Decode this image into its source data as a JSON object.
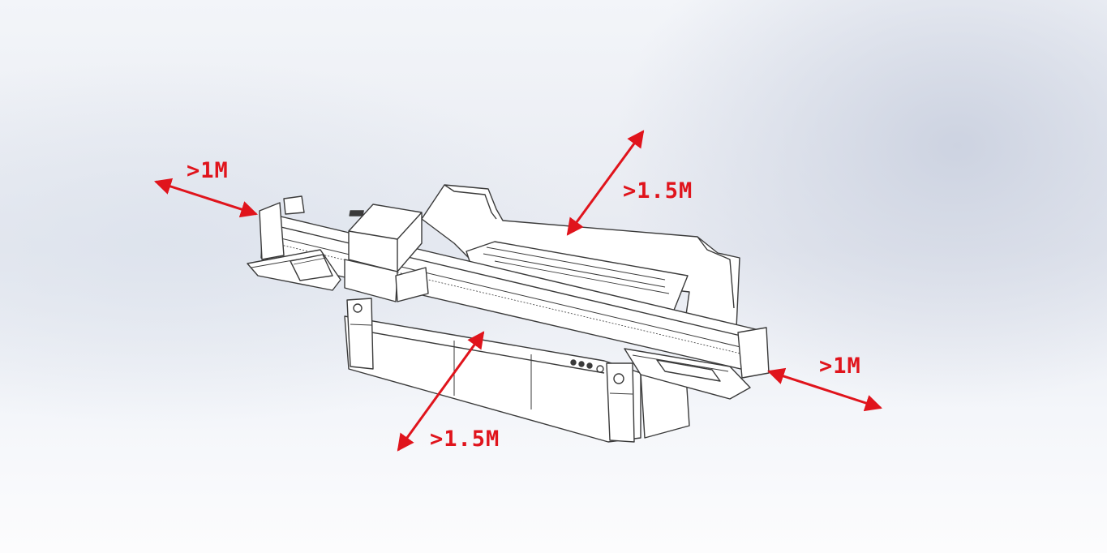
{
  "diagram": {
    "accent_color": "#e0141c",
    "line_color": "#3a3a3a",
    "clearances": {
      "left": ">1M",
      "back": ">1.5M",
      "right": ">1M",
      "front": ">1.5M"
    }
  }
}
